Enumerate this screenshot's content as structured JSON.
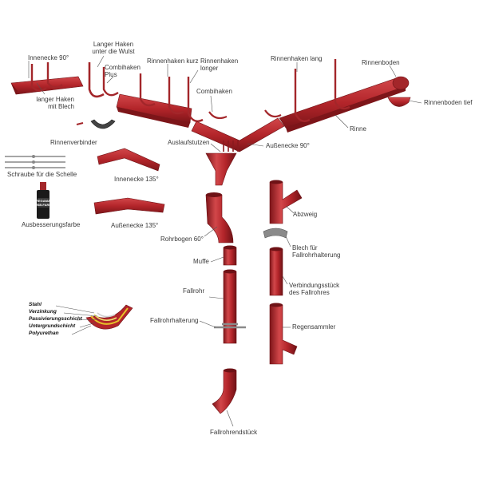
{
  "colors": {
    "gutter_red": "#b3252a",
    "gutter_dark": "#7d1519",
    "gutter_light": "#d2474a",
    "leader": "#555555",
    "label": "#3a3a3a"
  },
  "labels": {
    "innenecke_90": "Innenecke 90°",
    "langer_haken_wulst_1": "Langer Haken",
    "langer_haken_wulst_2": "unter die Wulst",
    "combihaken_plus_1": "Combihaken",
    "combihaken_plus_2": "Plus",
    "rinnenhaken_kurz": "Rinnenhaken kurz",
    "rinnenhaken_longer_1": "Rinnenhaken",
    "rinnenhaken_longer_2": "longer",
    "rinnenhaken_lang": "Rinnenhaken lang",
    "rinnenboden": "Rinnenboden",
    "langer_haken_blech_1": "langer Haken",
    "langer_haken_blech_2": "mit Blech",
    "combihaken": "Combihaken",
    "rinnenboden_tief": "Rinnenboden tief",
    "rinne": "Rinne",
    "rinnenverbinder": "Rinnenverbinder",
    "auslaufstutzen": "Auslaufstutzen",
    "aussenecke_90": "Außenecke 90°",
    "schraube_schelle": "Schraube für die Schelle",
    "innenecke_135": "Innenecke 135°",
    "abzweig": "Abzweig",
    "ausbesserungsfarbe": "Ausbesserungsfarbe",
    "aussenecke_135": "Außenecke 135°",
    "rohrbogen_60": "Rohrbogen 60°",
    "blech_fallrohr_1": "Blech für",
    "blech_fallrohr_2": "Fallrohrhalterung",
    "muffe": "Muffe",
    "verbindungsstueck_1": "Verbindungsstück",
    "verbindungsstueck_2": "des Fallrohres",
    "fallrohr": "Fallrohr",
    "fallrohrhalterung": "Fallrohrhalterung",
    "regensammler": "Regensammler",
    "fallrohrendstueck": "Fallrohrendstück"
  },
  "layers": [
    "Stahl",
    "Verzinkung",
    "Passivierungsschicht",
    "Untergrundschicht",
    "Polyurethan"
  ],
  "bottle": {
    "brand": "REGAMA",
    "label_line": "AUSB.FARBE"
  }
}
